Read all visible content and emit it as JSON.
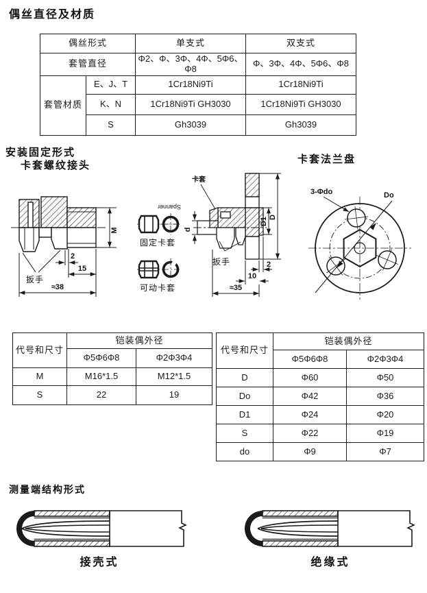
{
  "headings": {
    "main_title": "偶丝直径及材质",
    "install_title": "安装固定形式",
    "threaded_title": "卡套螺纹接头",
    "flange_title": "卡套法兰盘",
    "measuring_title": "测量端结构形式"
  },
  "wire_table": {
    "form_label": "偶丝形式",
    "single_label": "单支式",
    "double_label": "双支式",
    "diameter_label": "套管直径",
    "diameter_single": "Φ2、Φ、3Φ、4Φ、5Φ6、Φ8",
    "diameter_double": "Φ、3Φ、4Φ、5Φ6、Φ8",
    "material_label": "套管材质",
    "rows": [
      {
        "type": "E、J、T",
        "single": "1Cr18Ni9Ti",
        "double": "1Cr18Ni9Ti"
      },
      {
        "type": "K、N",
        "single": "1Cr18Ni9Ti GH3030",
        "double": "1Cr18Ni9Ti GH3030"
      },
      {
        "type": "S",
        "single": "Gh3039",
        "double": "Gh3039"
      }
    ]
  },
  "fitting_drawing": {
    "wrench_label": "扳手",
    "dim_m": "M",
    "dim_2": "2",
    "dim_15": "15",
    "dim_38": "≈38",
    "spanner_label": "Spanner",
    "fixed_ferrule_label": "固定卡套",
    "movable_ferrule_label": "可动卡套"
  },
  "flange_drawing": {
    "ferrule_label": "卡套",
    "wrench_label": "扳手",
    "dim_d": "d",
    "dim_d1": "D1",
    "dim_D": "D",
    "dim_2": "2",
    "dim_10": "10",
    "dim_35": "≈35",
    "holes_label": "3-Φdo",
    "bolt_circle_label": "Do"
  },
  "thread_size_table": {
    "code_header": "代号和尺寸",
    "group_header": "铠装偶外径",
    "col1": "Φ5Φ6Φ8",
    "col2": "Φ2Φ3Φ4",
    "rows": [
      {
        "code": "M",
        "v1": "M16*1.5",
        "v2": "M12*1.5"
      },
      {
        "code": "S",
        "v1": "22",
        "v2": "19"
      }
    ]
  },
  "flange_size_table": {
    "code_header": "代号和尺寸",
    "group_header": "铠装偶外径",
    "col1": "Φ5Φ6Φ8",
    "col2": "Φ2Φ3Φ4",
    "rows": [
      {
        "code": "D",
        "v1": "Φ60",
        "v2": "Φ50"
      },
      {
        "code": "Do",
        "v1": "Φ42",
        "v2": "Φ36"
      },
      {
        "code": "D1",
        "v1": "Φ24",
        "v2": "Φ20"
      },
      {
        "code": "S",
        "v1": "Φ22",
        "v2": "Φ19"
      },
      {
        "code": "do",
        "v1": "Φ9",
        "v2": "Φ7"
      }
    ]
  },
  "probes": {
    "shell_caption": "接壳式",
    "insulated_caption": "绝缘式"
  },
  "colors": {
    "ink": "#1a1a1a",
    "paper": "#ffffff"
  }
}
